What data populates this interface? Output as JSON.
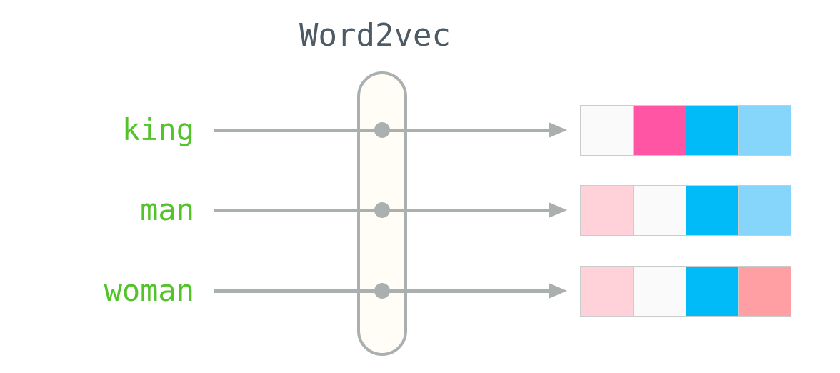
{
  "title": "Word2vec",
  "colors": {
    "word_text": "#53c32a",
    "title_text": "#4e5a64",
    "arrow": "#a9b0af",
    "capsule_fill": "#fffdf5",
    "capsule_border": "#a9b0af",
    "cell_border": "#c8cccb"
  },
  "rows": [
    {
      "word": "king",
      "cells": [
        "#fafafa",
        "#ff55a4",
        "#00bbf8",
        "#86d6fb"
      ]
    },
    {
      "word": "man",
      "cells": [
        "#ffd1d8",
        "#fafafa",
        "#00bbf8",
        "#86d6fb"
      ]
    },
    {
      "word": "woman",
      "cells": [
        "#ffd1d8",
        "#fafafa",
        "#00bbf8",
        "#ff9fa4"
      ]
    }
  ]
}
